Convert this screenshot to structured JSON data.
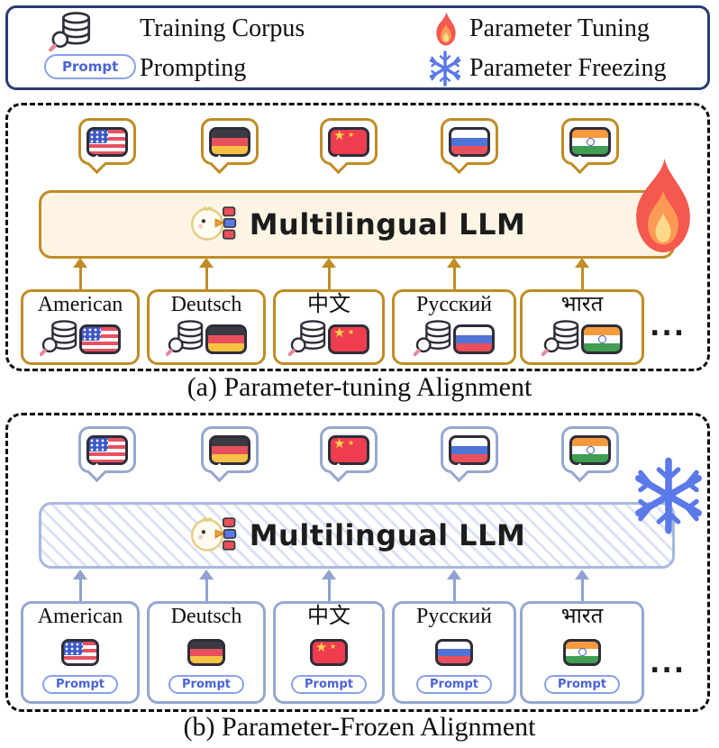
{
  "legend": {
    "items": [
      {
        "icon": "training-corpus-icon",
        "label": "Training Corpus"
      },
      {
        "icon": "fire-icon",
        "label": "Parameter Tuning"
      },
      {
        "icon": "prompt-pill",
        "pill": "Prompt",
        "label": "Prompting"
      },
      {
        "icon": "snowflake-icon",
        "label": "Parameter Freezing"
      }
    ]
  },
  "panels": {
    "a": {
      "caption": "(a) Parameter-tuning Alignment",
      "llm_label": "Multilingual LLM",
      "llm_icon": "chick-icon",
      "corner_icon": "fire-icon",
      "ellipsis": "...",
      "flag_icons": [
        "us-flag-icon",
        "germany-flag-icon",
        "china-flag-icon",
        "russia-flag-icon",
        "india-flag-icon"
      ],
      "languages": [
        {
          "label": "American",
          "flag": "us",
          "corpus_icon": "training-corpus-icon"
        },
        {
          "label": "Deutsch",
          "flag": "de",
          "corpus_icon": "training-corpus-icon"
        },
        {
          "label": "中文",
          "flag": "cn",
          "corpus_icon": "training-corpus-icon"
        },
        {
          "label": "Русский",
          "flag": "ru",
          "corpus_icon": "training-corpus-icon"
        },
        {
          "label": "भारत",
          "flag": "in",
          "corpus_icon": "training-corpus-icon"
        }
      ]
    },
    "b": {
      "caption": "(b) Parameter-Frozen Alignment",
      "llm_label": "Multilingual LLM",
      "llm_icon": "chick-icon",
      "corner_icon": "snowflake-icon",
      "ellipsis": "...",
      "prompt_label": "Prompt",
      "flag_icons": [
        "us-flag-icon",
        "germany-flag-icon",
        "china-flag-icon",
        "russia-flag-icon",
        "india-flag-icon"
      ],
      "languages": [
        {
          "label": "American",
          "flag": "us"
        },
        {
          "label": "Deutsch",
          "flag": "de"
        },
        {
          "label": "中文",
          "flag": "cn"
        },
        {
          "label": "Русский",
          "flag": "ru"
        },
        {
          "label": "भारत",
          "flag": "in"
        }
      ]
    }
  },
  "colors": {
    "legend_border": "#2b3c72",
    "panel_border": "#0a0a0a",
    "orange_accent": "#bf8d26",
    "blue_accent": "#97a7d0",
    "llm_bar_bg_a": "#fdf4e4",
    "fire_red": "#f4584e",
    "fire_orange": "#fb9a55",
    "snowflake_blue": "#5b79e8",
    "prompt_blue": "#4a63d8"
  }
}
